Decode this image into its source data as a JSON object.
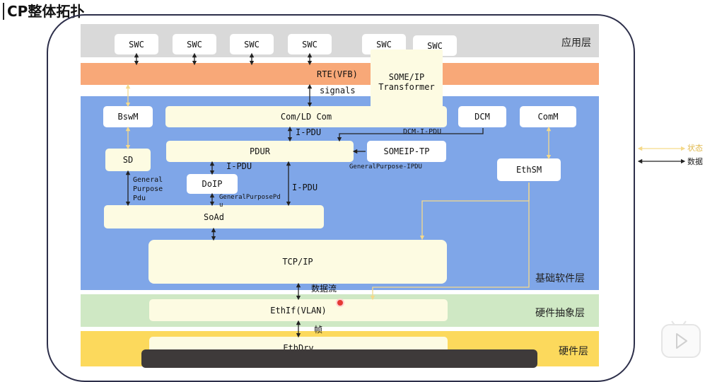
{
  "title": "CP整体拓扑",
  "layers": {
    "app": "应用层",
    "bsw": "基础软件层",
    "hw_abs": "硬件抽象层",
    "hw": "硬件层"
  },
  "swc": [
    "SWC",
    "SWC",
    "SWC",
    "SWC",
    "SWC",
    "SWC"
  ],
  "rte": "RTE(VFB)",
  "someip_transformer": [
    "SOME/IP",
    "Transformer"
  ],
  "signals": "signals",
  "modules": {
    "bswm": "BswM",
    "com": "Com/LD Com",
    "dcm": "DCM",
    "comm": "ComM",
    "pdur": "PDUR",
    "someip_tp": "SOMEIP-TP",
    "sd": "SD",
    "ethsm": "EthSM",
    "doip": "DoIP",
    "soad": "SoAd",
    "tcpip": "TCP/IP",
    "ethif": "EthIf(VLAN)",
    "ethdrv": "EthDrv"
  },
  "labels": {
    "ipdu_1": "I-PDU",
    "dcm_ipdu": "DCM-I-PDU",
    "general_purpose_ipdu": "GeneralPurpose-IPDU",
    "ipdu_2": "I-PDU",
    "ipdu_3": "I-PDU",
    "gp_pdu": [
      "General",
      "Purpose",
      "Pdu"
    ],
    "gp_pdu_doip": [
      "GeneralPurposePd",
      "u"
    ],
    "data_flow": "数据流",
    "frame": "帧"
  },
  "legend": {
    "state": "状态",
    "data": "数据"
  },
  "colors": {
    "app_band": "#d9d9d9",
    "rte_band": "#f8a878",
    "bsw_band": "#7fa6e8",
    "hw_abs_band": "#cfe8c4",
    "hw_band": "#fcd95c",
    "module_box": "#fdfbe2",
    "state_arrow": "#f5d98a",
    "data_arrow": "#222222"
  },
  "icons": [
    "bilibili-tv-icon",
    "play-icon"
  ]
}
